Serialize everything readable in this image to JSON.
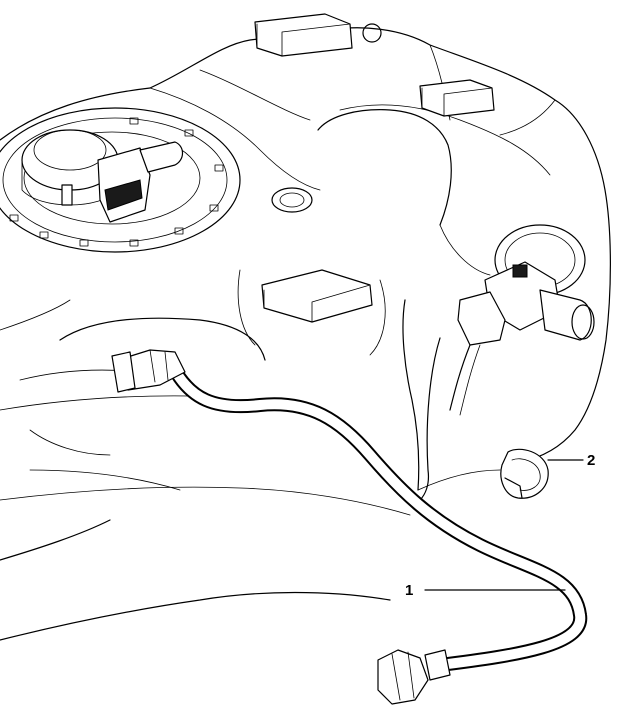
{
  "callouts": [
    {
      "id": "1",
      "label": "1"
    },
    {
      "id": "2",
      "label": "2"
    }
  ],
  "colors": {
    "line": "#000000",
    "background": "#ffffff"
  },
  "icons": [
    "fuel-tank-illustration",
    "fuel-pump-module",
    "fuel-hose",
    "hose-clip",
    "quick-connector"
  ]
}
